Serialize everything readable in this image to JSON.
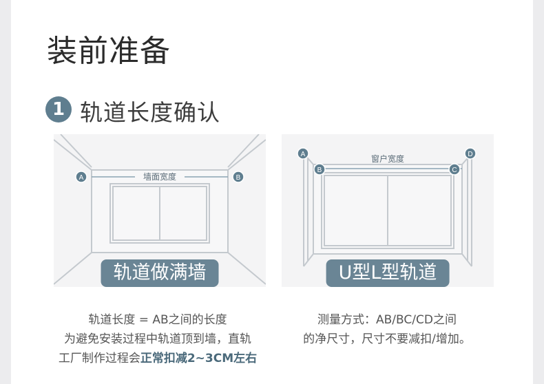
{
  "page_title": "装前准备",
  "section": {
    "number": "1",
    "title": "轨道长度确认"
  },
  "panel_left": {
    "label_a": "A",
    "label_b": "B",
    "dimension_label": "墙面宽度",
    "tag": "轨道做满墙",
    "desc_line1": "轨道长度 = AB之间的长度",
    "desc_line2": "为避免安装过程中轨道顶到墙，直轨",
    "desc_line3_prefix": "工厂制作过程会",
    "desc_line3_highlight": "正常扣减2~3CM左右"
  },
  "panel_right": {
    "label_a": "A",
    "label_b": "B",
    "label_c": "C",
    "label_d": "D",
    "dimension_label": "窗户宽度",
    "tag": "U型L型轨道",
    "desc_line1": "测量方式：AB/BC/CD之间",
    "desc_line2": "的净尺寸，尺寸不要减扣/增加。"
  },
  "colors": {
    "accent": "#5f7e8f",
    "tag_bg": "#6a8595",
    "panel_bg": "#f4f4f5",
    "line": "#c2c7cc"
  }
}
